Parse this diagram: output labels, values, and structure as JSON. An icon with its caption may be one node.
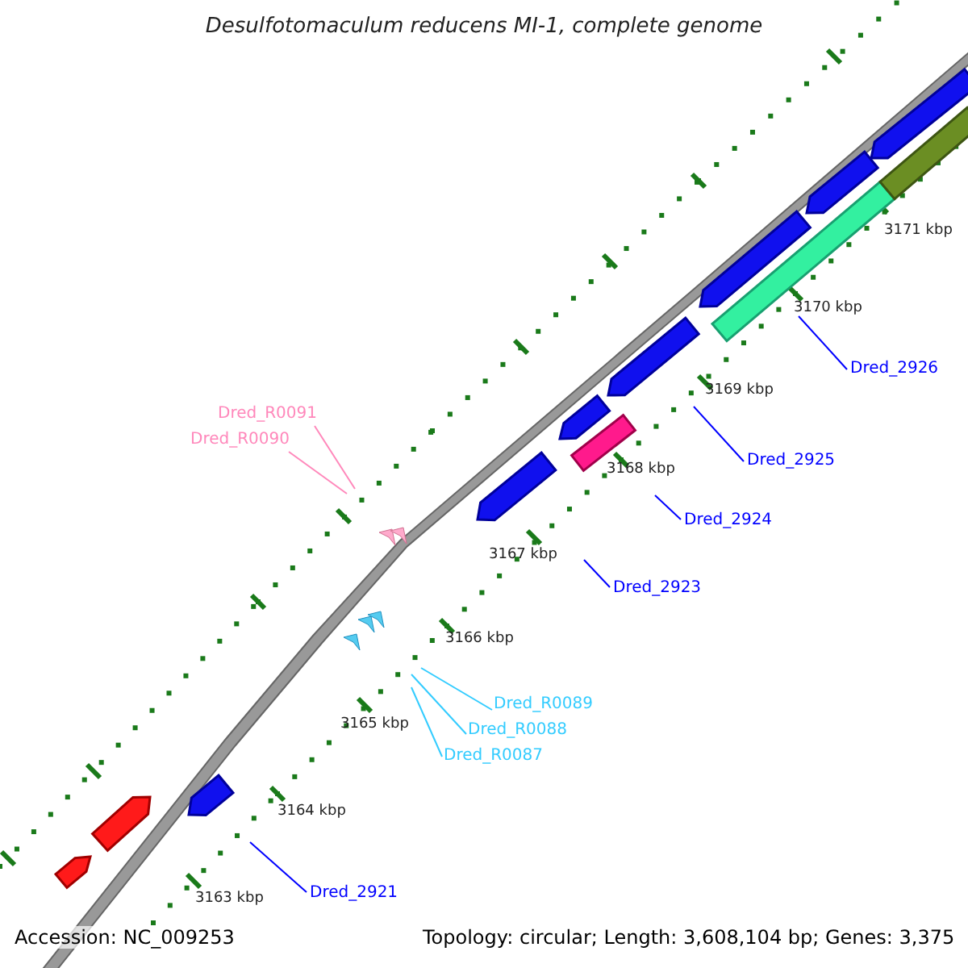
{
  "diagram": {
    "title": "Desulfotomaculum reducens MI-1, complete genome",
    "nodes": [
      {
        "text": [
          "Dred_R0091"
        ]
      },
      {
        "text": [
          "Dred_R0090"
        ]
      },
      {
        "text": [
          "Dred_R0089"
        ]
      },
      {
        "text": [
          "Dred_R0088"
        ]
      },
      {
        "text": [
          "Dred_R0087"
        ]
      },
      {
        "text": [
          "Dred_2926"
        ]
      },
      {
        "text": [
          "Dred_2925"
        ]
      },
      {
        "text": [
          "Dred_2924"
        ]
      },
      {
        "text": [
          "Dred_2923"
        ]
      },
      {
        "text": [
          "Dred_2921"
        ]
      }
    ],
    "edges": [
      {
        "from": 0,
        "to": null,
        "arrow": "none",
        "color": "#ff88bb"
      },
      {
        "from": 1,
        "to": null,
        "arrow": "none",
        "color": "#ff88bb"
      },
      {
        "from": 2,
        "to": null,
        "arrow": "none",
        "color": "#33ccff"
      },
      {
        "from": 3,
        "to": null,
        "arrow": "none",
        "color": "#33ccff"
      },
      {
        "from": 4,
        "to": null,
        "arrow": "none",
        "color": "#33ccff"
      },
      {
        "from": 5,
        "to": null,
        "arrow": "none"
      },
      {
        "from": 6,
        "to": null,
        "arrow": "none"
      },
      {
        "from": 7,
        "to": null,
        "arrow": "none"
      },
      {
        "from": 8,
        "to": null,
        "arrow": "none"
      },
      {
        "from": 9,
        "to": null,
        "arrow": "none"
      }
    ],
    "labels": [
      "3171 kbp",
      "3170 kbp",
      "3169 kbp",
      "3168 kbp",
      "3167 kbp",
      "3166 kbp",
      "3165 kbp",
      "3164 kbp",
      "3163 kbp",
      "Accession: NC_009253",
      "Topology: circular; Length: 3,608,104 bp; Genes: 3,375"
    ]
  }
}
